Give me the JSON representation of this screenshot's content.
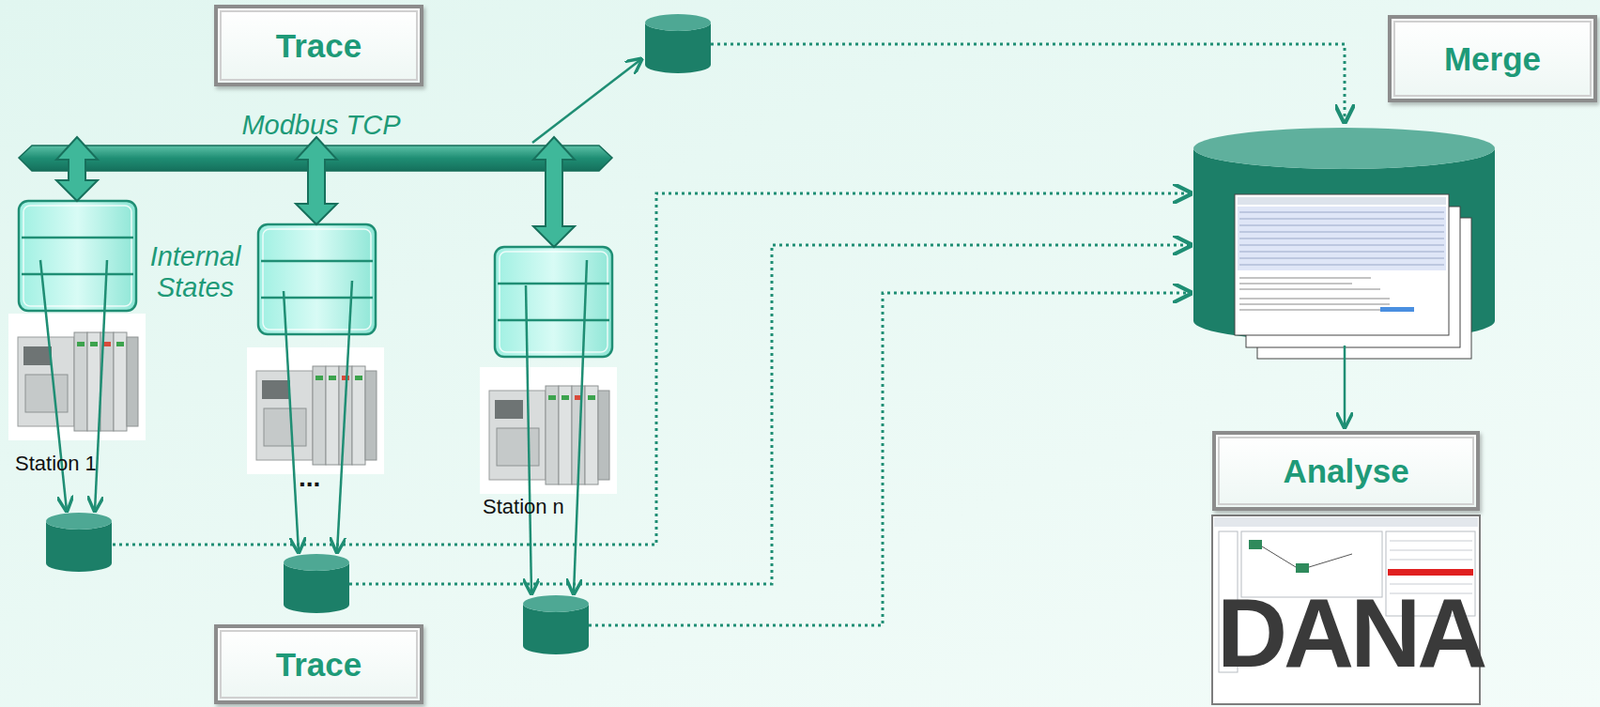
{
  "diagram": {
    "nodes": [
      {
        "text": [
          "Trace"
        ]
      },
      {
        "text": [
          "Merge"
        ]
      },
      {
        "text": [
          "Analyse"
        ]
      },
      {
        "text": [
          "Trace"
        ]
      }
    ],
    "labels": [
      "Modbus TCP",
      "Internal States",
      "Station 1",
      "...",
      "Station n",
      "DANA"
    ]
  }
}
